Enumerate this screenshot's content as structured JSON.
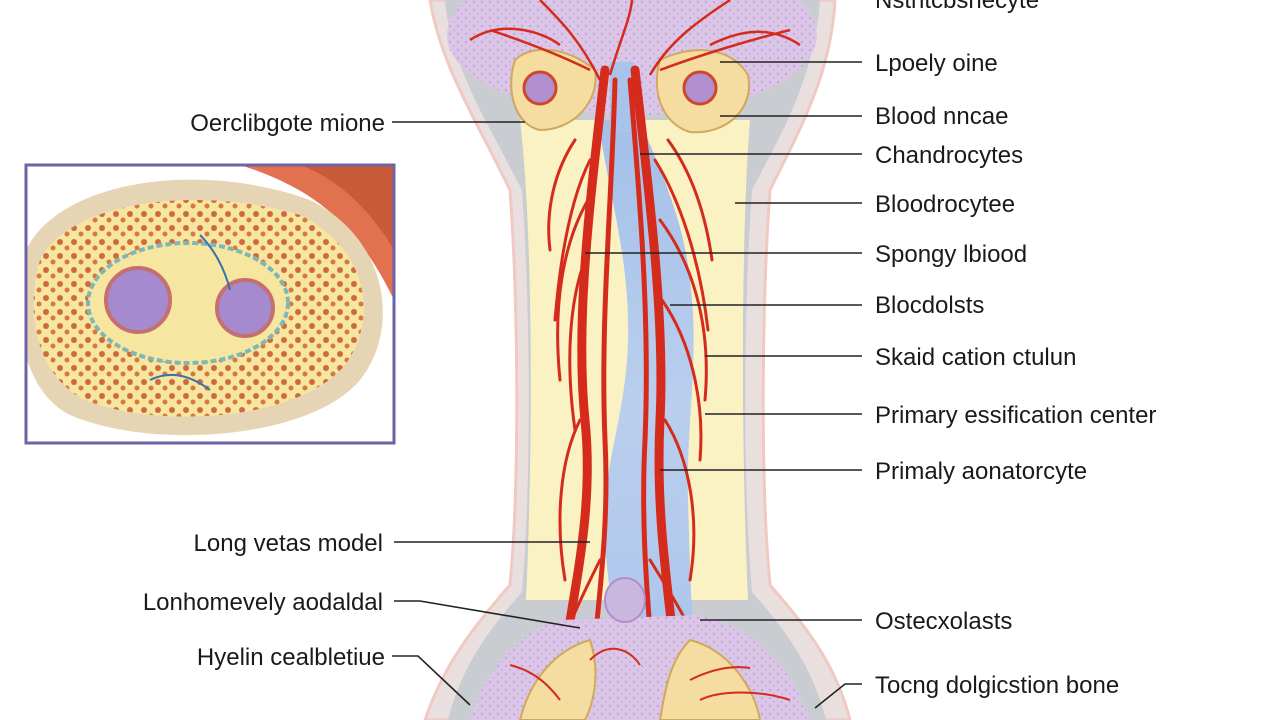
{
  "labels_right": [
    "Nstntcbsnecyte",
    "Lpoely oine",
    "Blood nncae",
    "Chandrocytes",
    "Bloodrocytee",
    "Spongy lbiood",
    "Blocdolsts",
    "Skaid cation ctulun",
    "Primary essification center",
    "Primaly aonatorcyte",
    "Ostecxolasts",
    "Tocng dolgicstion bone"
  ],
  "labels_left": [
    "Oerclibgote mione",
    "Long vetas model",
    "Lonhomevely aodaldal",
    "Hyelin cealbletiue"
  ],
  "colors": {
    "bone_gray": "#c9ccd0",
    "cartilage_yellow": "#fbf2c4",
    "marrow_blue": "#a9c4ec",
    "vessel_red": "#d42b1c",
    "spongy_purple": "#dcc6e8",
    "inset_border": "#6d63a6"
  }
}
